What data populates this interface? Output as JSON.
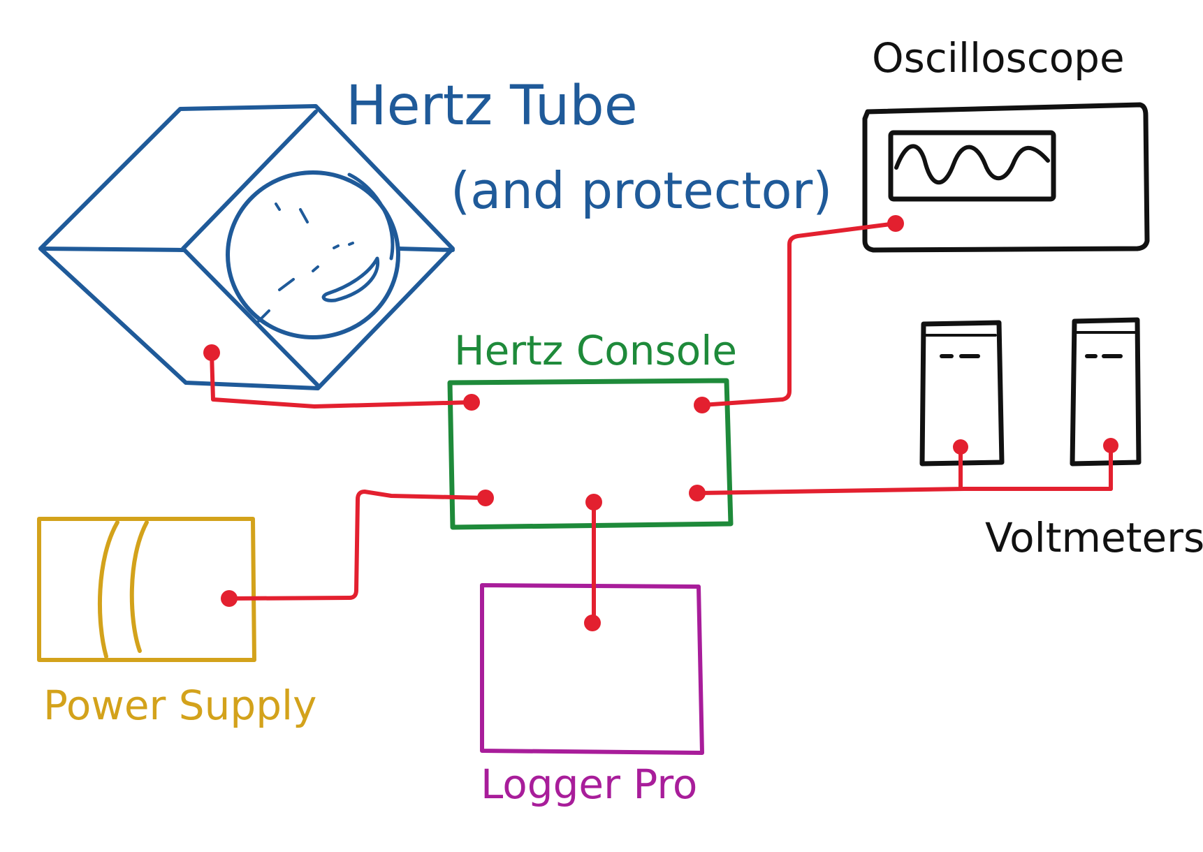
{
  "colors": {
    "tube": "#1f5a99",
    "console": "#1e8a3a",
    "scope": "#111111",
    "power": "#d3a21b",
    "logger": "#a81d9a",
    "wire": "#e3202f"
  },
  "labels": {
    "tube_line1": "Hertz Tube",
    "tube_line2": "(and protector)",
    "console": "Hertz Console",
    "oscilloscope": "Oscilloscope",
    "voltmeters": "Voltmeters",
    "power_supply": "Power Supply",
    "logger_pro": "Logger Pro"
  }
}
